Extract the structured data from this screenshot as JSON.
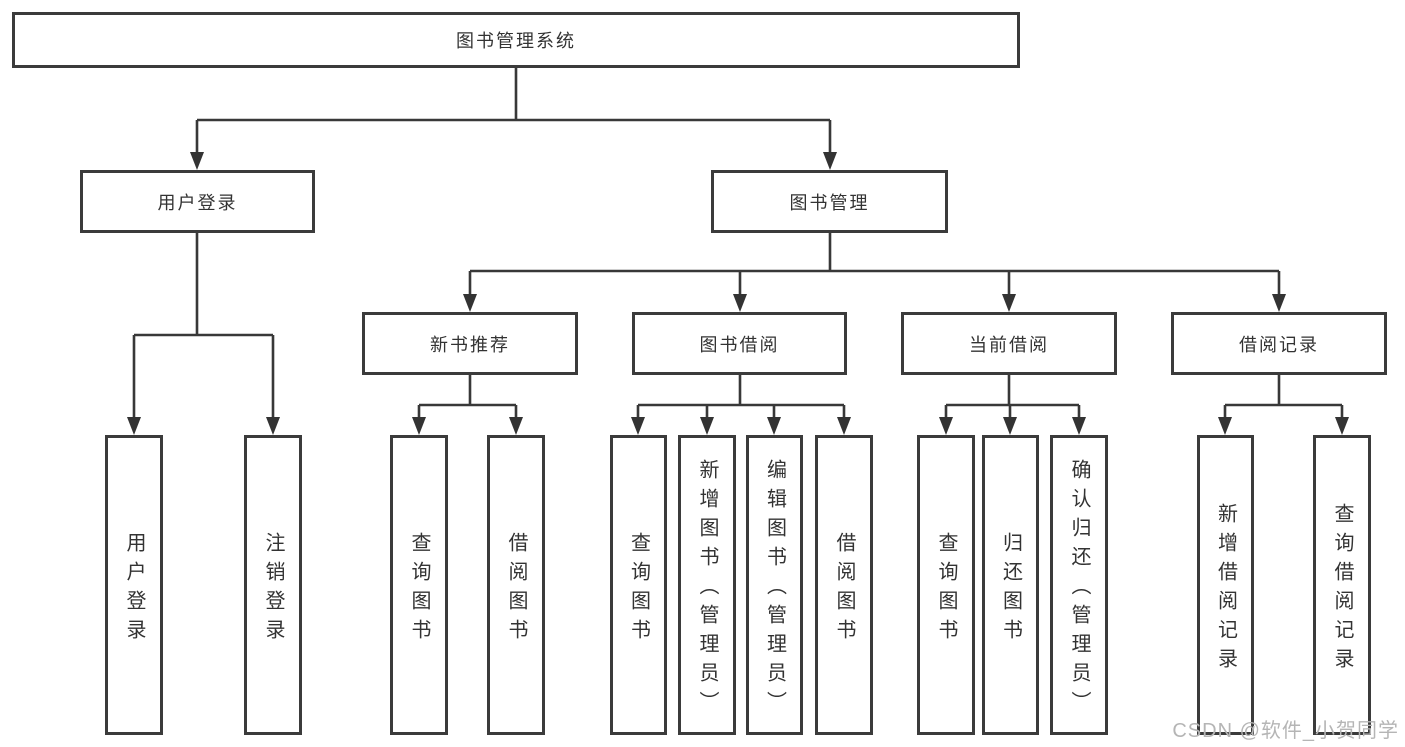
{
  "tree": {
    "root": {
      "label": "图书管理系统"
    },
    "branches": [
      {
        "label": "用户登录",
        "children": [
          {
            "label": "用户登录"
          },
          {
            "label": "注销登录"
          }
        ]
      },
      {
        "label": "图书管理",
        "children": [
          {
            "label": "新书推荐",
            "children": [
              {
                "label": "查询图书"
              },
              {
                "label": "借阅图书"
              }
            ]
          },
          {
            "label": "图书借阅",
            "children": [
              {
                "label": "查询图书"
              },
              {
                "label": "新增图书（管理员）"
              },
              {
                "label": "编辑图书（管理员）"
              },
              {
                "label": "借阅图书"
              }
            ]
          },
          {
            "label": "当前借阅",
            "children": [
              {
                "label": "查询图书"
              },
              {
                "label": "归还图书"
              },
              {
                "label": "确认归还（管理员）"
              }
            ]
          },
          {
            "label": "借阅记录",
            "children": [
              {
                "label": "新增借阅记录"
              },
              {
                "label": "查询借阅记录"
              }
            ]
          }
        ]
      }
    ]
  },
  "watermark": {
    "text": "CSDN @软件_小贺同学"
  },
  "colors": {
    "line": "#383838",
    "border": "#3b3b3b",
    "text": "#333333",
    "watermark": "#b5b5b5",
    "background": "#ffffff"
  }
}
